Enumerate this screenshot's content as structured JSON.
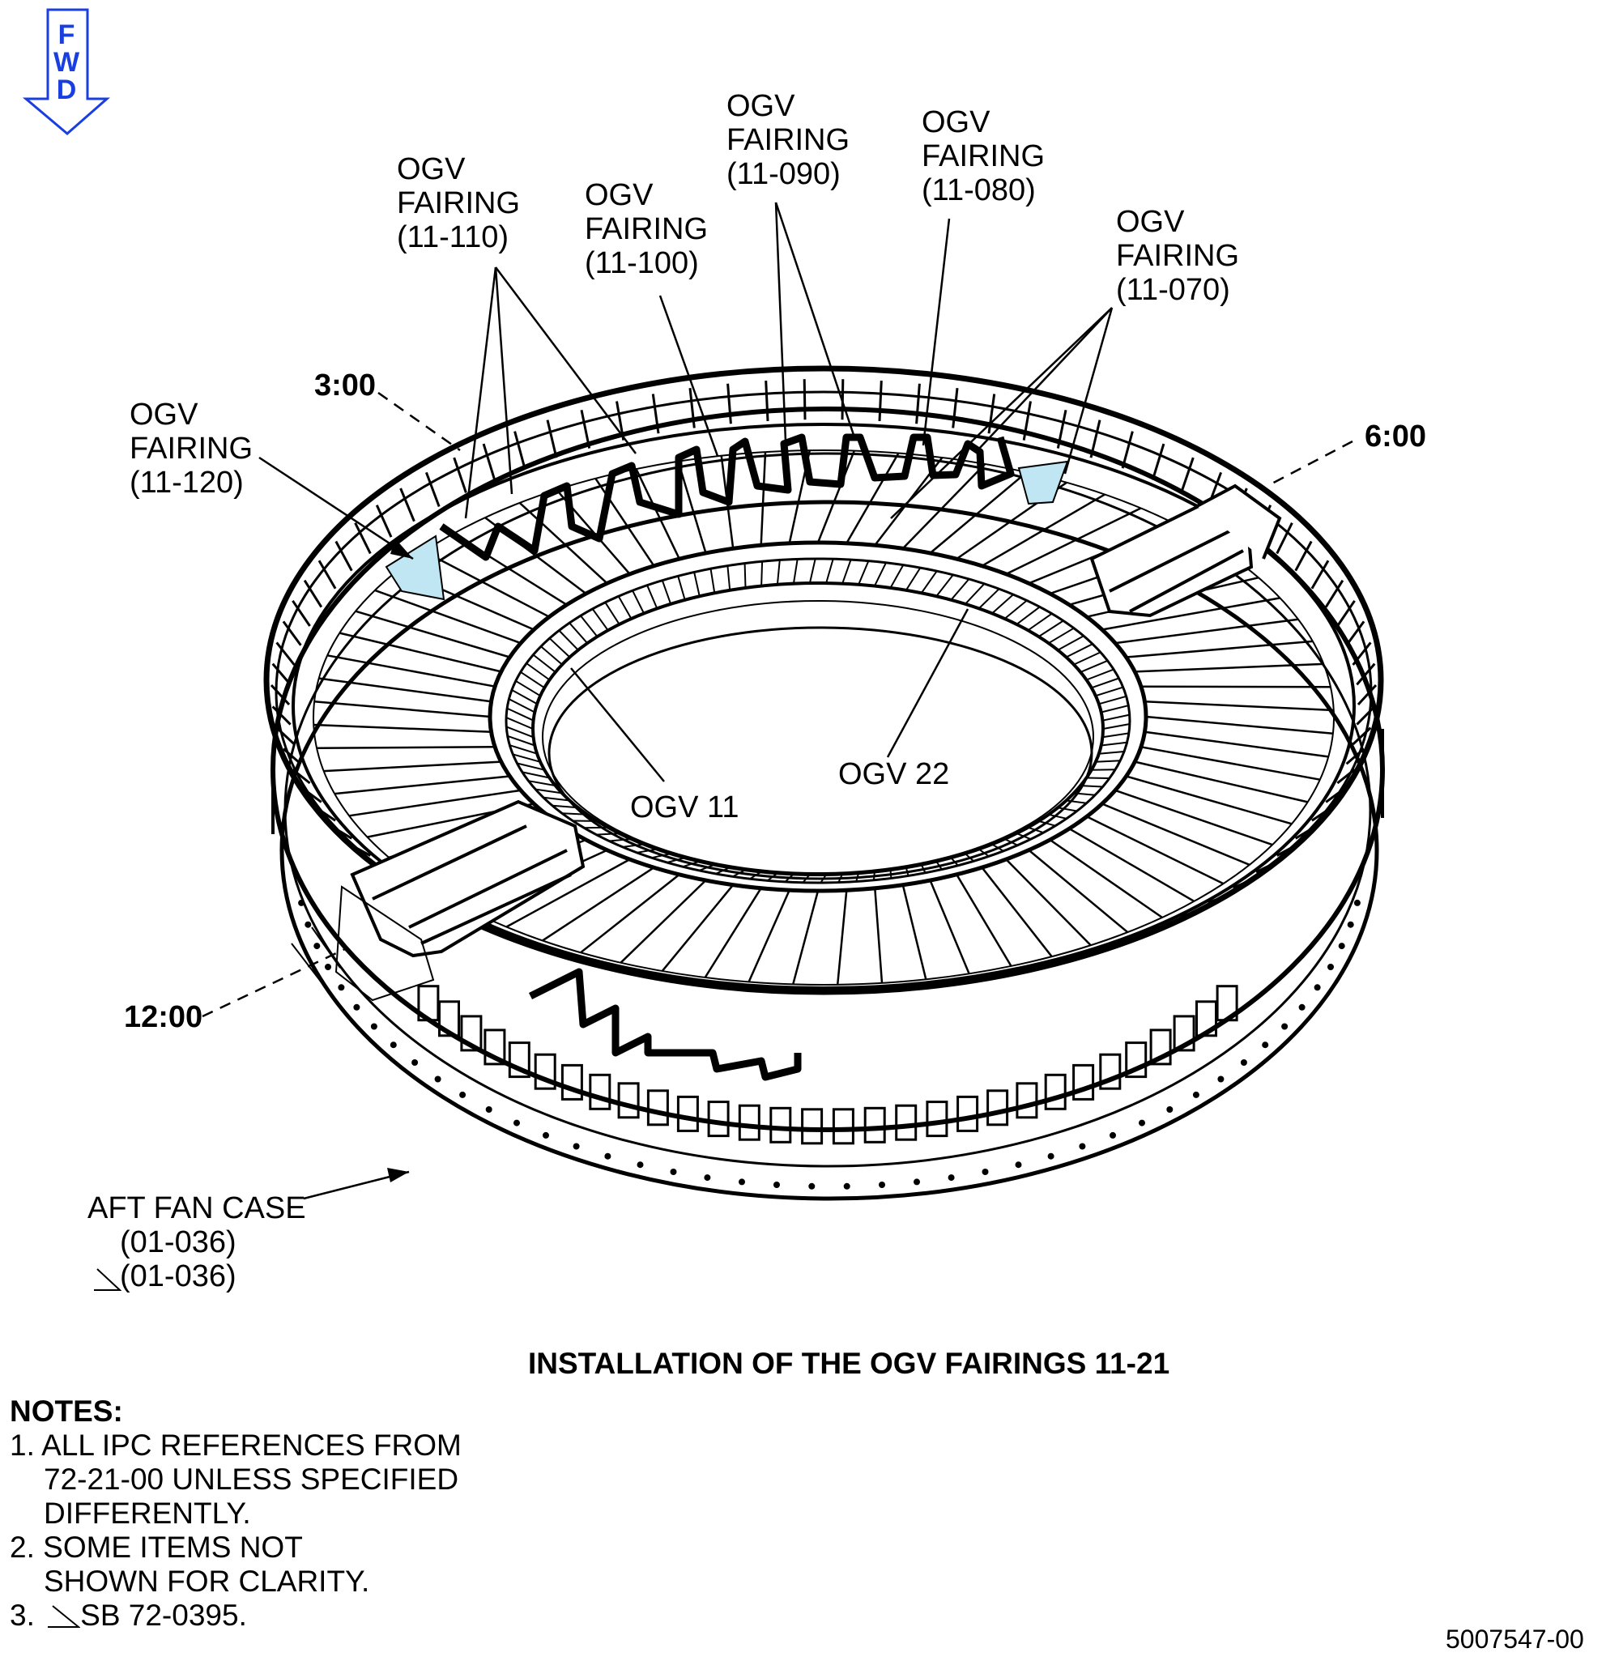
{
  "orientation": {
    "letters": [
      "F",
      "W",
      "D"
    ],
    "color": "#1a3fe0"
  },
  "callouts": {
    "ogv_fairing_11_120": {
      "l1": "OGV",
      "l2": "FAIRING",
      "l3": "(11-120)"
    },
    "ogv_fairing_11_110": {
      "l1": "OGV",
      "l2": "FAIRING",
      "l3": "(11-110)"
    },
    "ogv_fairing_11_100": {
      "l1": "OGV",
      "l2": "FAIRING",
      "l3": "(11-100)"
    },
    "ogv_fairing_11_090": {
      "l1": "OGV",
      "l2": "FAIRING",
      "l3": "(11-090)"
    },
    "ogv_fairing_11_080": {
      "l1": "OGV",
      "l2": "FAIRING",
      "l3": "(11-080)"
    },
    "ogv_fairing_11_070": {
      "l1": "OGV",
      "l2": "FAIRING",
      "l3": "(11-070)"
    },
    "ogv_11": "OGV 11",
    "ogv_22": "OGV 22",
    "aft_fan_case": {
      "l1": "AFT FAN CASE",
      "l2": "(01-036)",
      "l3": "(01-036)"
    }
  },
  "clock_positions": {
    "p3": "3:00",
    "p6": "6:00",
    "p12": "12:00"
  },
  "caption": "INSTALLATION OF THE OGV FAIRINGS 11-21",
  "notes": {
    "heading": "NOTES:",
    "n1": [
      "1. ALL IPC REFERENCES FROM",
      "72-21-00 UNLESS SPECIFIED",
      "DIFFERENTLY."
    ],
    "n2": [
      "2. SOME ITEMS NOT",
      "SHOWN FOR CLARITY."
    ],
    "n3_prefix": "3.",
    "n3_text": "SB 72-0395."
  },
  "figure_number": "5007547-00",
  "highlight_color": "#bfe6f2"
}
